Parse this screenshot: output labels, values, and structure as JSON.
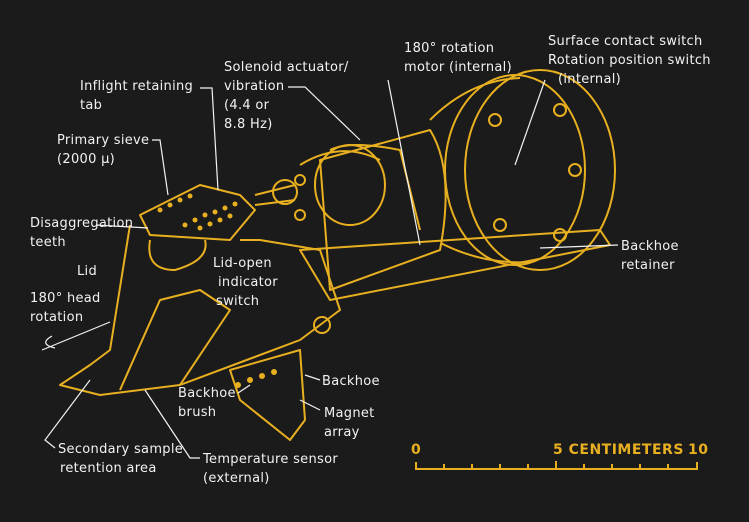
{
  "labels": {
    "rotation_motor": [
      "180° rotation",
      "motor (internal)"
    ],
    "switches": [
      "Surface contact switch",
      "Rotation position switch",
      "(internal)"
    ],
    "solenoid": [
      "Solenoid actuator/",
      "vibration",
      "(4.4 or",
      "8.8 Hz)"
    ],
    "inflight_tab": [
      "Inflight retaining",
      "tab"
    ],
    "primary_sieve": [
      "Primary sieve",
      "(2000 μ)"
    ],
    "teeth": [
      "Disaggregation",
      "teeth"
    ],
    "lid": "Lid",
    "head_rotation": [
      "180° head",
      "rotation"
    ],
    "lid_switch": [
      "Lid-open",
      "indicator",
      "switch"
    ],
    "backhoe_retainer": [
      "Backhoe",
      "retainer"
    ],
    "backhoe": "Backhoe",
    "backhoe_brush": [
      "Backhoe",
      "brush"
    ],
    "magnet_array": [
      "Magnet",
      "array"
    ],
    "secondary_sample": [
      "Secondary sample",
      "retention area"
    ],
    "temperature_sensor": [
      "Temperature sensor",
      "(external)"
    ]
  },
  "scale_bar": {
    "start": "0",
    "mid": "5 CENTIMETERS",
    "end": "10",
    "ticks": 10
  },
  "colors": {
    "background": "#1b1b1b",
    "drawing": "#e8b020",
    "text": "#f2f2f2"
  }
}
